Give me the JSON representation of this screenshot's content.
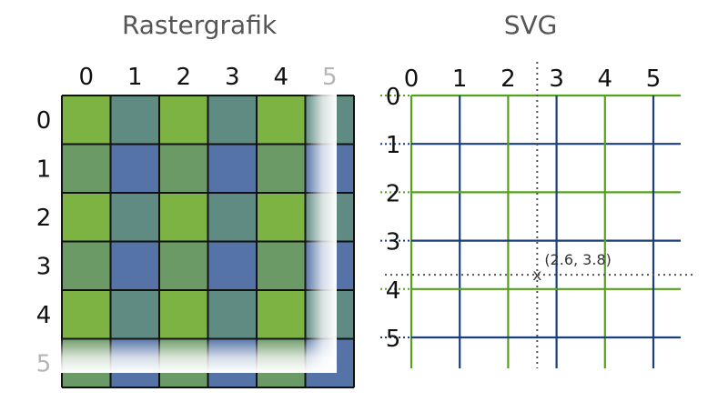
{
  "raster": {
    "title": "Rastergrafik",
    "col_labels": [
      "0",
      "1",
      "2",
      "3",
      "4",
      "5"
    ],
    "row_labels": [
      "0",
      "1",
      "2",
      "3",
      "4",
      "5"
    ]
  },
  "vector": {
    "title": "SVG",
    "col_labels": [
      "0",
      "1",
      "2",
      "3",
      "4",
      "5"
    ],
    "row_labels": [
      "0",
      "1",
      "2",
      "3",
      "4",
      "5"
    ],
    "point": {
      "x": 2.6,
      "y": 3.8
    },
    "point_marker": "x",
    "point_label": "(2.6, 3.8)"
  },
  "colors": {
    "green": "#7cb342",
    "teal": "#5f8b83",
    "muted_green": "#6b9a67",
    "blue": "#5573a7",
    "grid_green": "#55a11c",
    "grid_blue": "#1c3f7a",
    "title_text": "#555555",
    "faded_label": "#b5b5b5"
  }
}
